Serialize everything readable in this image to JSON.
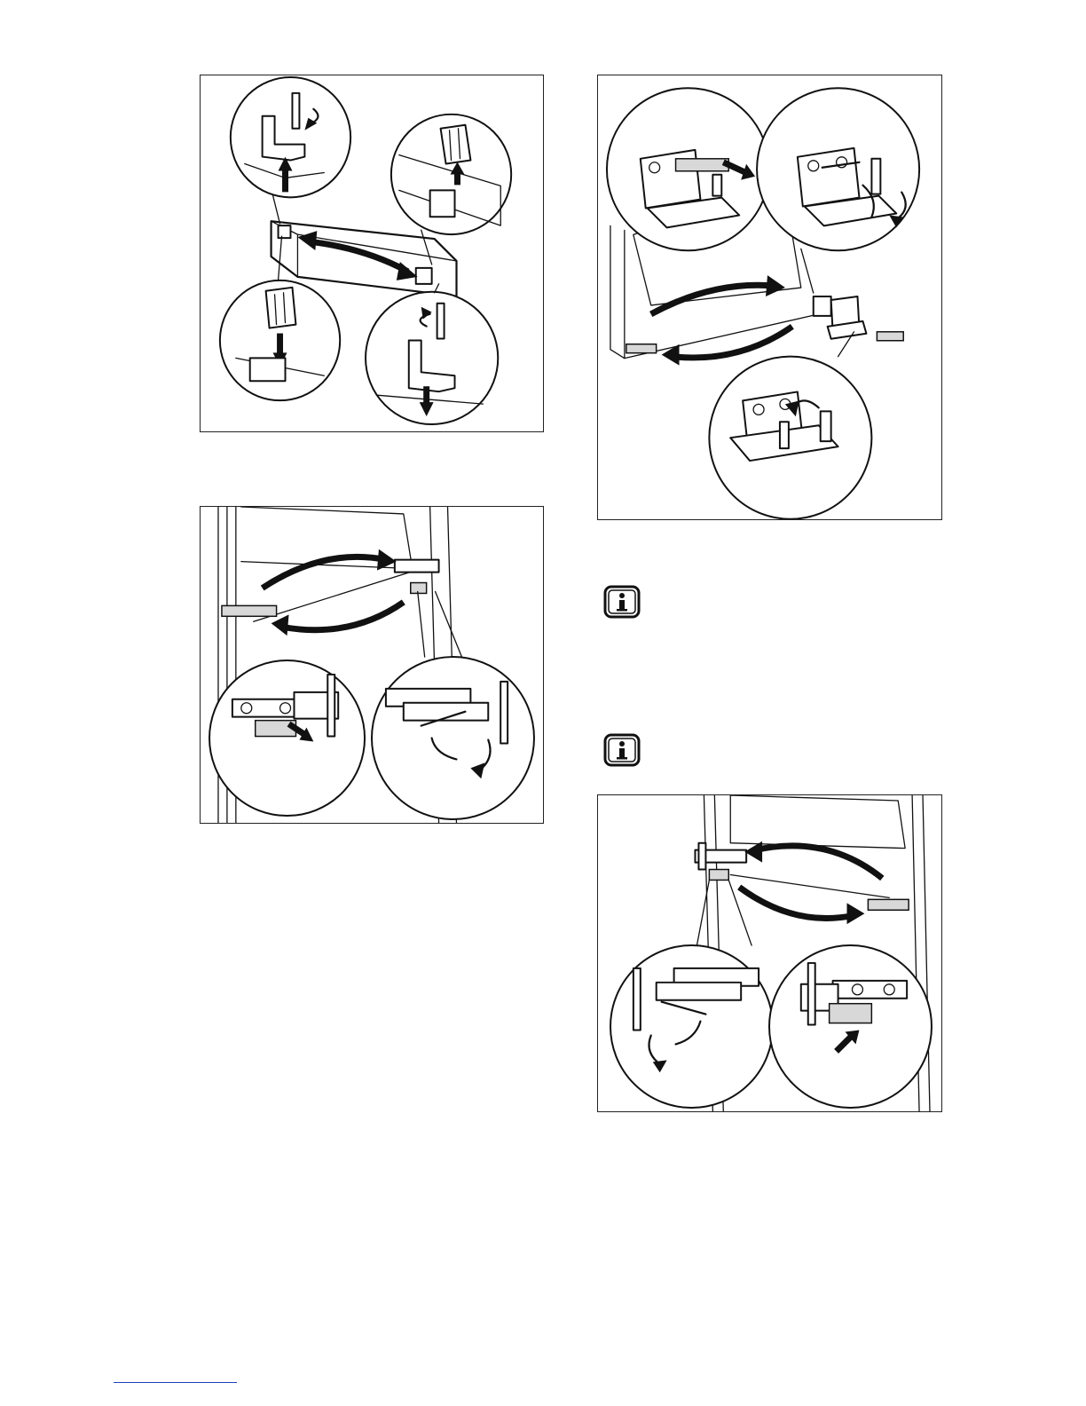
{
  "page": {
    "background": "#ffffff",
    "frame_color": "#222222",
    "link_rule_color": "#1f3fbf"
  },
  "figures": [
    {
      "id": "fig-1",
      "icons": [
        "cover-removal",
        "hinge-pin-screw",
        "rotate-arrow"
      ]
    },
    {
      "id": "fig-2",
      "icons": [
        "hinge-bracket",
        "screwdriver",
        "rotate-arrow"
      ]
    },
    {
      "id": "fig-3",
      "icons": [
        "corner-hinge",
        "screwdriver",
        "rotate-arrow"
      ]
    },
    {
      "id": "fig-4",
      "icons": [
        "hinge-bracket",
        "screwdriver",
        "rotate-arrow"
      ]
    }
  ],
  "info_icons": [
    {
      "id": "info-1",
      "glyph": "i"
    },
    {
      "id": "info-2",
      "glyph": "i"
    }
  ]
}
